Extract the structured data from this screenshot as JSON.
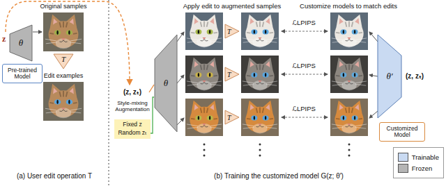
{
  "diagram": {
    "nodes": [
      {
        "text": [
          "θ"
        ]
      },
      {
        "text": [
          "Pre-trained Model"
        ]
      },
      {
        "text": [
          "Original samples"
        ]
      },
      {
        "text": [
          "T"
        ]
      },
      {
        "text": [
          "Edit examples"
        ]
      },
      {
        "text": [
          "θ"
        ]
      },
      {
        "text": [
          "T"
        ]
      },
      {
        "text": [
          "T"
        ]
      },
      {
        "text": [
          "T"
        ]
      },
      {
        "text": [
          "θ′"
        ]
      },
      {
        "text": [
          "Customized Model"
        ]
      }
    ],
    "labels": [
      "z",
      "(a) User edit operation T",
      "(z, zₜ)",
      "Style-mixing Augmentation",
      "Fixed z",
      "Random zₜ",
      "Apply edit to augmented samples",
      "Customize models to match edits",
      "ℒLPIPS",
      "ℒLPIPS",
      "ℒLPIPS",
      "(z, zₜ)",
      "(b) Training the customized model G(z; θ′)"
    ],
    "legend": [
      {
        "text": "Trainable",
        "color": "#c9daf2"
      },
      {
        "text": "Frozen",
        "color": "#b5b5b5"
      }
    ]
  }
}
